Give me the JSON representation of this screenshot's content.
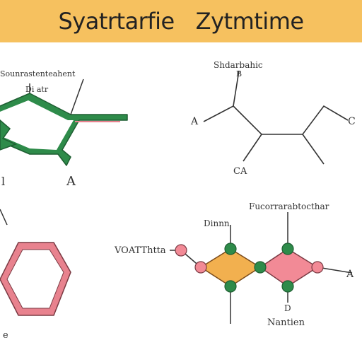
{
  "header": {
    "title_left": "Syatrtarfie",
    "title_right": "Zytmtime"
  },
  "colors": {
    "banner": "#f6c15f",
    "green": "#2e8b4a",
    "pink": "#e8828e",
    "pink_fill": "#f28a96",
    "orange_fill": "#f2b04f",
    "line": "#333333"
  },
  "panels": {
    "top_left": {
      "label_top": "Sounrastenteahent",
      "label_sub": "Di atr",
      "label_corner": "A",
      "label_bottom_left": "l"
    },
    "top_right": {
      "label_top": "Shdarbahic",
      "label_top_sub": "B",
      "label_left": "A",
      "label_right": "C",
      "label_bottom": "CA"
    },
    "bottom_left": {
      "label_corner": "e"
    },
    "bottom_right": {
      "label_top": "Fucorrarabtocthar",
      "label_node": "Dinnn",
      "label_left": "VOATThtta",
      "label_right": "A",
      "label_bottom_sub": "D",
      "label_bottom": "Nantien"
    }
  }
}
